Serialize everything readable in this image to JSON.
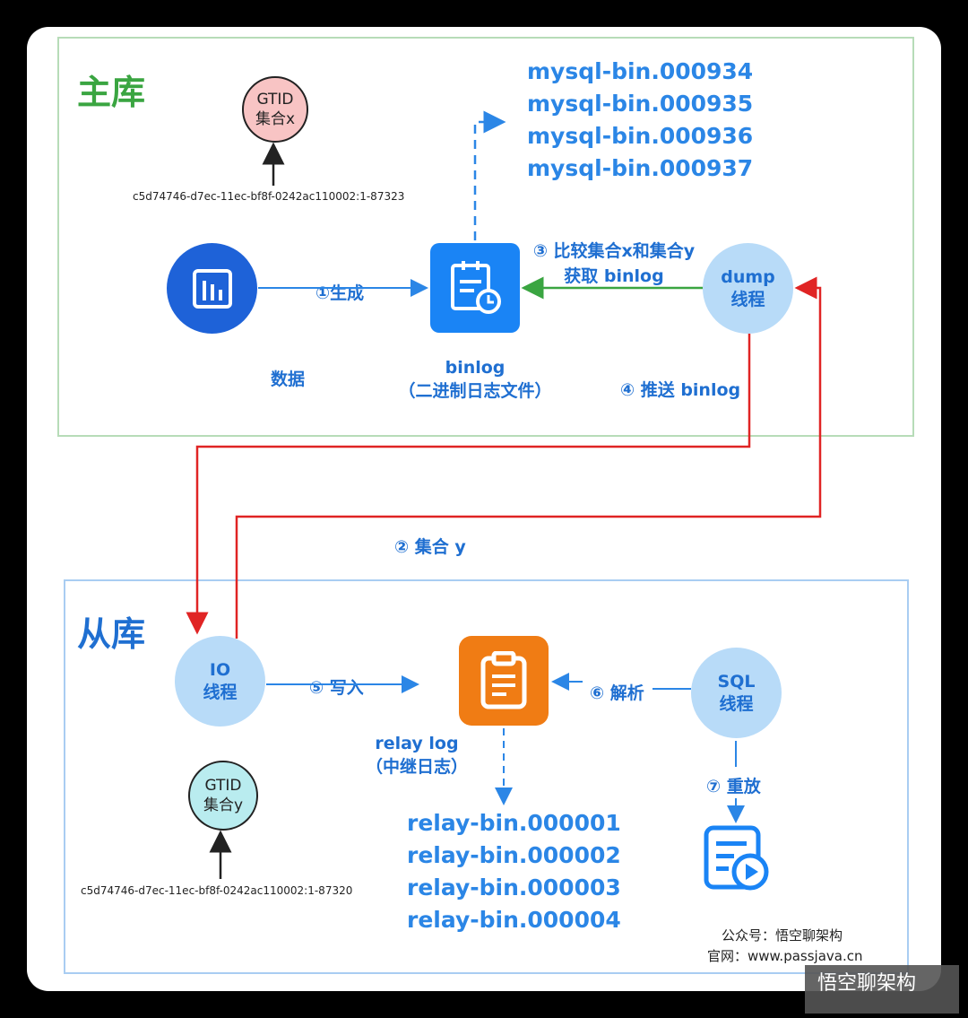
{
  "master": {
    "title": "主库",
    "gtid": {
      "line1": "GTID",
      "line2": "集合x",
      "id": "c5d74746-d7ec-11ec-bf8f-0242ac110002:1-87323"
    },
    "data_label": "数据",
    "generate_label": "①生成",
    "binlog_label": {
      "line1": "binlog",
      "line2": "（二进制日志文件）"
    },
    "binlog_files": [
      "mysql-bin.000934",
      "mysql-bin.000935",
      "mysql-bin.000936",
      "mysql-bin.000937"
    ],
    "compare_label": {
      "line1": "③ 比较集合x和集合y",
      "line2": "获取 binlog"
    },
    "dump_thread": {
      "line1": "dump",
      "line2": "线程"
    },
    "push_label": "④ 推送 binlog"
  },
  "set_y_label": "② 集合 y",
  "slave": {
    "title": "从库",
    "io_thread": {
      "line1": "IO",
      "line2": "线程"
    },
    "write_label": "⑤ 写入",
    "relay_label": {
      "line1": "relay log",
      "line2": "（中继日志）"
    },
    "parse_label": "⑥ 解析",
    "sql_thread": {
      "line1": "SQL",
      "line2": "线程"
    },
    "replay_label": "⑦ 重放",
    "gtid": {
      "line1": "GTID",
      "line2": "集合y",
      "id": "c5d74746-d7ec-11ec-bf8f-0242ac110002:1-87320"
    },
    "relay_files": [
      "relay-bin.000001",
      "relay-bin.000002",
      "relay-bin.000003",
      "relay-bin.000004"
    ]
  },
  "footer": {
    "account": "公众号：悟空聊架构",
    "website": "官网：www.passjava.cn",
    "watermark": "悟空聊架构"
  },
  "colors": {
    "master_green": "#3aa541",
    "slave_blue": "#1f6fd1",
    "binlog_icon": "#1a84f5",
    "relay_icon": "#f07c14",
    "red_arrow": "#e02424"
  }
}
